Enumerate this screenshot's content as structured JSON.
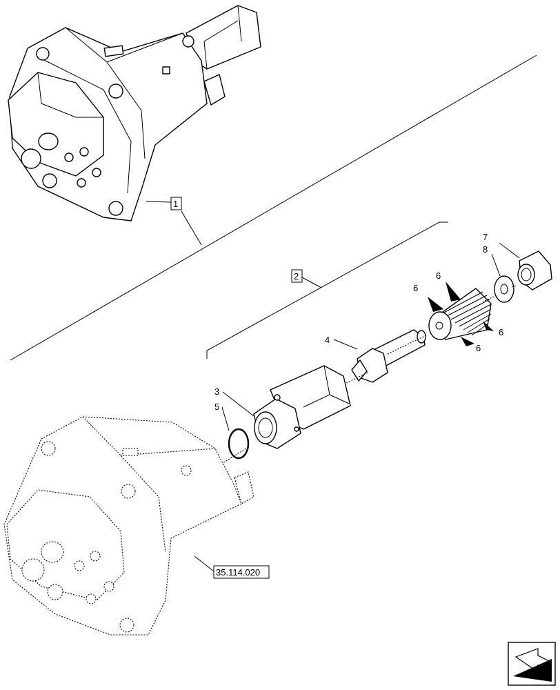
{
  "callouts": {
    "ref_1": "1",
    "ref_2": "2",
    "part_3": "3",
    "part_4": "4",
    "part_5": "5",
    "part_6a": "6",
    "part_6b": "6",
    "part_6c": "6",
    "part_6d": "6",
    "part_7": "7",
    "part_8": "8",
    "ref_page": "35.114.020"
  },
  "icons": {
    "nav": "back-arrow-icon"
  }
}
